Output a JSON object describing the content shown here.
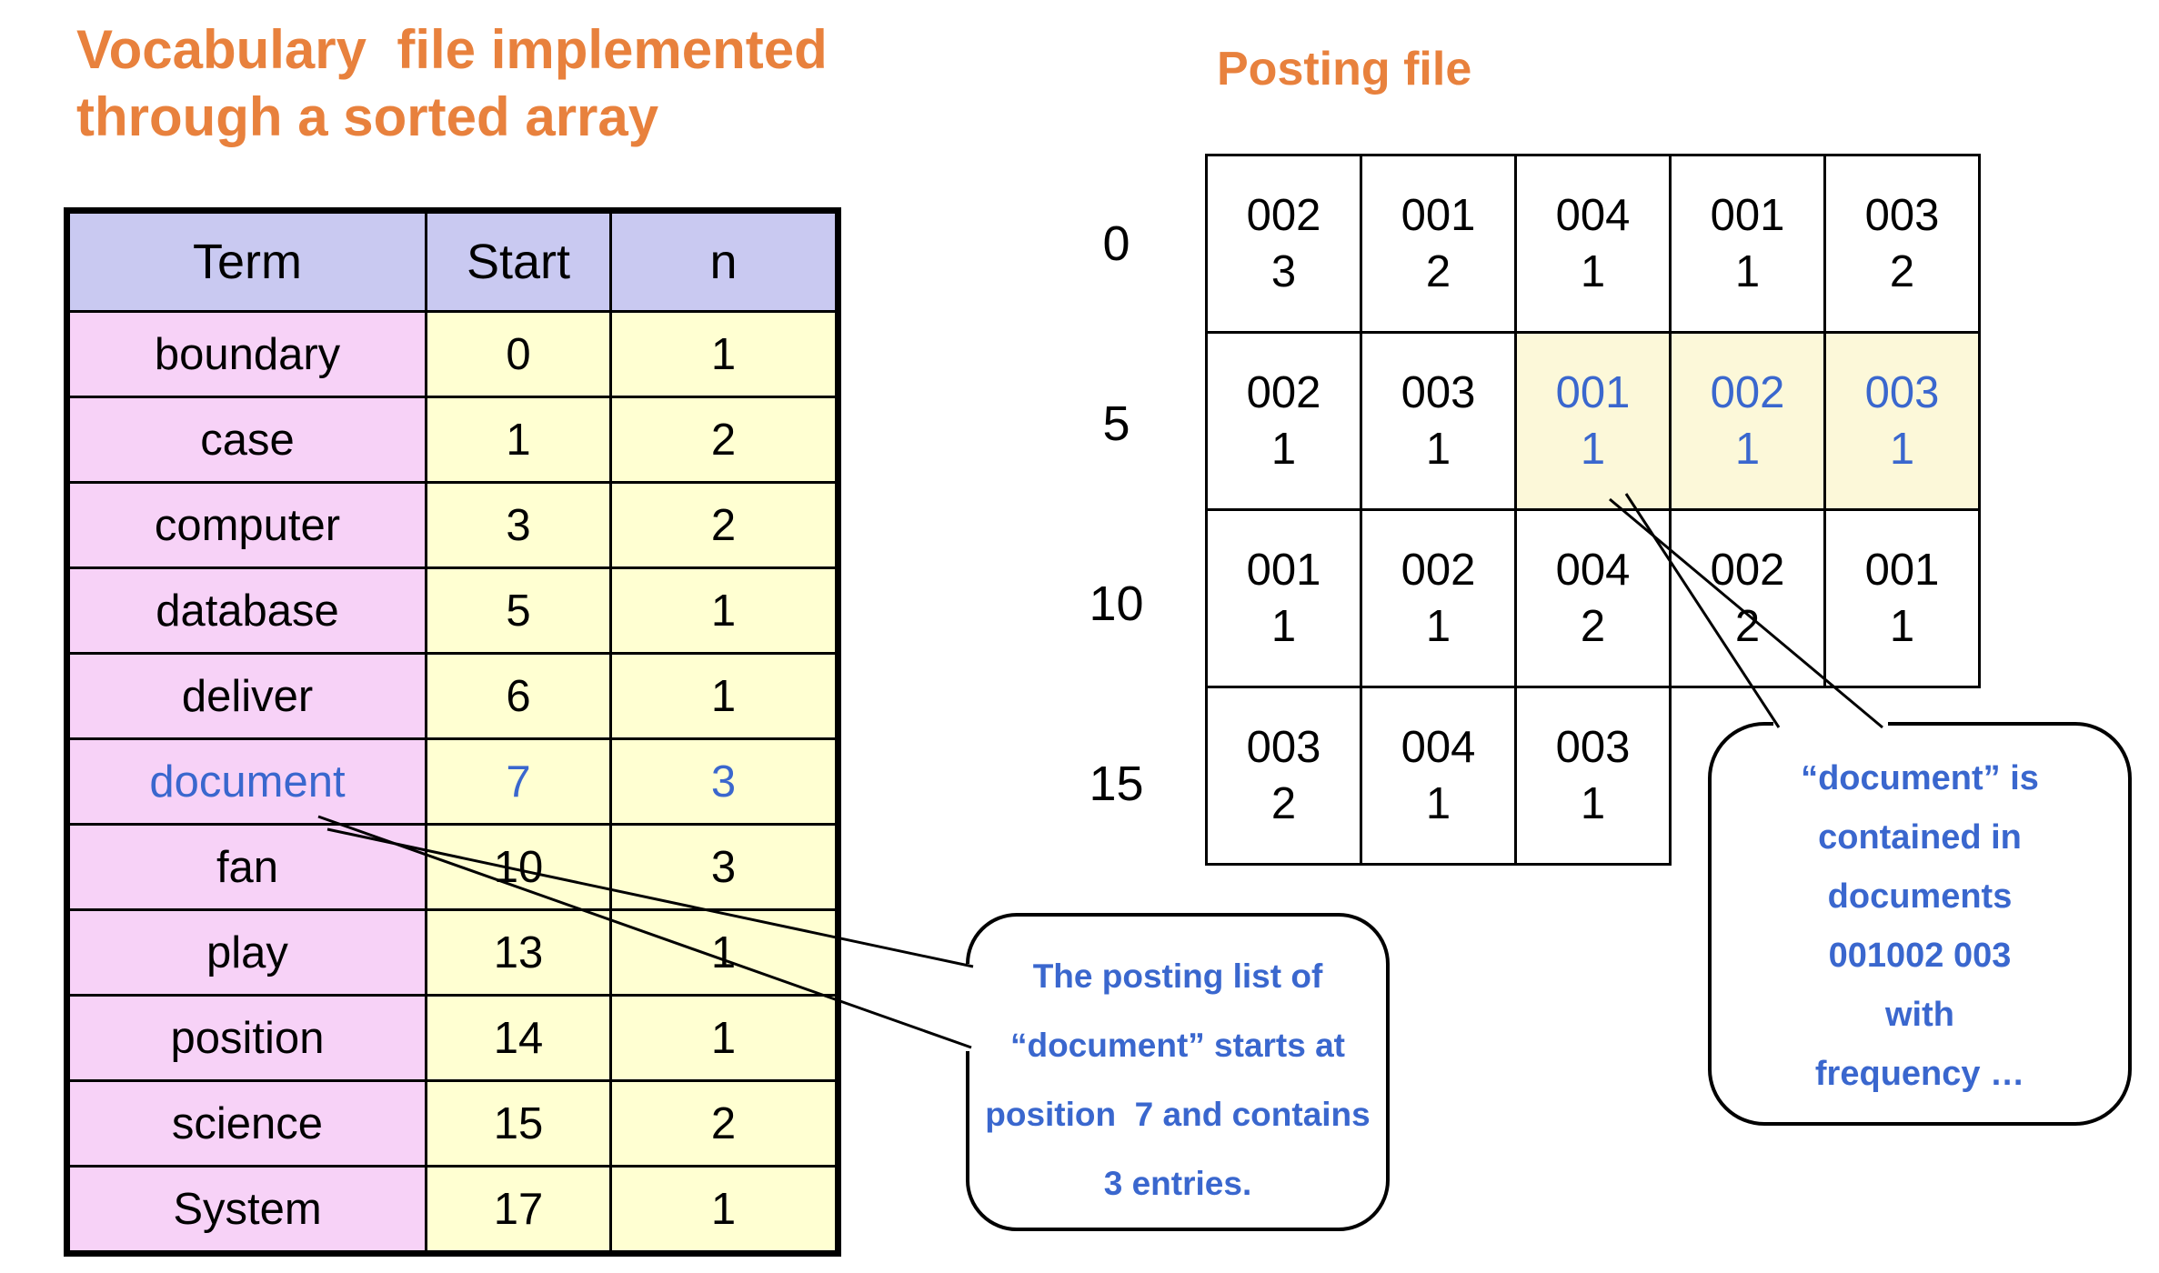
{
  "colors": {
    "title_orange": "#E8813D",
    "highlight_blue": "#3A67CE",
    "header_lavender": "#C9C9F1",
    "term_pink": "#F7D2F7",
    "cell_yellow": "#FFFFD2",
    "posting_highlight_yellow": "#FCF8D9"
  },
  "vocab": {
    "title_line1": "Vocabulary  file implemented",
    "title_line2": "through a sorted array",
    "headers": {
      "term": "Term",
      "start": "Start",
      "n": "n"
    },
    "rows": [
      {
        "term": "boundary",
        "start": "0",
        "n": "1",
        "highlighted": false
      },
      {
        "term": "case",
        "start": "1",
        "n": "2",
        "highlighted": false
      },
      {
        "term": "computer",
        "start": "3",
        "n": "2",
        "highlighted": false
      },
      {
        "term": "database",
        "start": "5",
        "n": "1",
        "highlighted": false
      },
      {
        "term": "deliver",
        "start": "6",
        "n": "1",
        "highlighted": false
      },
      {
        "term": "document",
        "start": "7",
        "n": "3",
        "highlighted": true
      },
      {
        "term": "fan",
        "start": "10",
        "n": "3",
        "highlighted": false
      },
      {
        "term": "play",
        "start": "13",
        "n": "1",
        "highlighted": false
      },
      {
        "term": "position",
        "start": "14",
        "n": "1",
        "highlighted": false
      },
      {
        "term": "science",
        "start": "15",
        "n": "2",
        "highlighted": false
      },
      {
        "term": "System",
        "start": "17",
        "n": "1",
        "highlighted": false
      }
    ]
  },
  "posting": {
    "title": "Posting file",
    "row_labels": [
      "0",
      "5",
      "10",
      "15"
    ],
    "rows": [
      {
        "cells": [
          {
            "doc": "002",
            "freq": "3",
            "highlighted": false
          },
          {
            "doc": "001",
            "freq": "2",
            "highlighted": false
          },
          {
            "doc": "004",
            "freq": "1",
            "highlighted": false
          },
          {
            "doc": "001",
            "freq": "1",
            "highlighted": false
          },
          {
            "doc": "003",
            "freq": "2",
            "highlighted": false
          }
        ]
      },
      {
        "cells": [
          {
            "doc": "002",
            "freq": "1",
            "highlighted": false
          },
          {
            "doc": "003",
            "freq": "1",
            "highlighted": false
          },
          {
            "doc": "001",
            "freq": "1",
            "highlighted": true
          },
          {
            "doc": "002",
            "freq": "1",
            "highlighted": true
          },
          {
            "doc": "003",
            "freq": "1",
            "highlighted": true
          }
        ]
      },
      {
        "cells": [
          {
            "doc": "001",
            "freq": "1",
            "highlighted": false
          },
          {
            "doc": "002",
            "freq": "1",
            "highlighted": false
          },
          {
            "doc": "004",
            "freq": "2",
            "highlighted": false
          },
          {
            "doc": "002",
            "freq": "2",
            "highlighted": false
          },
          {
            "doc": "001",
            "freq": "1",
            "highlighted": false
          }
        ]
      },
      {
        "cells": [
          {
            "doc": "003",
            "freq": "2",
            "highlighted": false
          },
          {
            "doc": "004",
            "freq": "1",
            "highlighted": false
          },
          {
            "doc": "003",
            "freq": "1",
            "highlighted": false
          }
        ]
      }
    ]
  },
  "callouts": {
    "posting_list": {
      "lines": [
        "The posting list of",
        "“document” starts at",
        "position  7 and contains",
        "3 entries."
      ]
    },
    "document_contained": {
      "lines": [
        "“document” is",
        "contained in",
        "documents",
        "001002 003",
        "with",
        "frequency …"
      ]
    }
  }
}
